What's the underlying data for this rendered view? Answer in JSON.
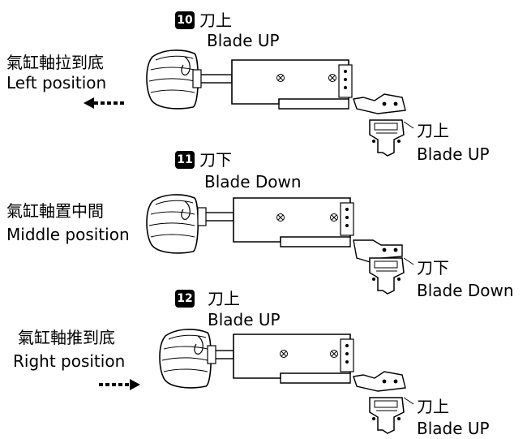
{
  "steps": [
    {
      "number": "10",
      "label_zh": "刀上",
      "label_en": "Blade UP",
      "position_zh": "氣缸軸拉到底",
      "position_en": "Left position",
      "blade_zh": "刀上",
      "blade_en": "Blade UP",
      "arrow": "left-arrow-icon",
      "blade_state": "up"
    },
    {
      "number": "11",
      "label_zh": "刀下",
      "label_en": "Blade Down",
      "position_zh": "氣缸軸置中間",
      "position_en": "Middle position",
      "blade_zh": "刀下",
      "blade_en": "Blade Down",
      "arrow": "none",
      "blade_state": "down"
    },
    {
      "number": "12",
      "label_zh": "刀上",
      "label_en": "Blade UP",
      "position_zh": "氣缸軸推到底",
      "position_en": "Right position",
      "blade_zh": "刀上",
      "blade_en": "Blade UP",
      "arrow": "right-arrow-icon",
      "blade_state": "up"
    }
  ]
}
